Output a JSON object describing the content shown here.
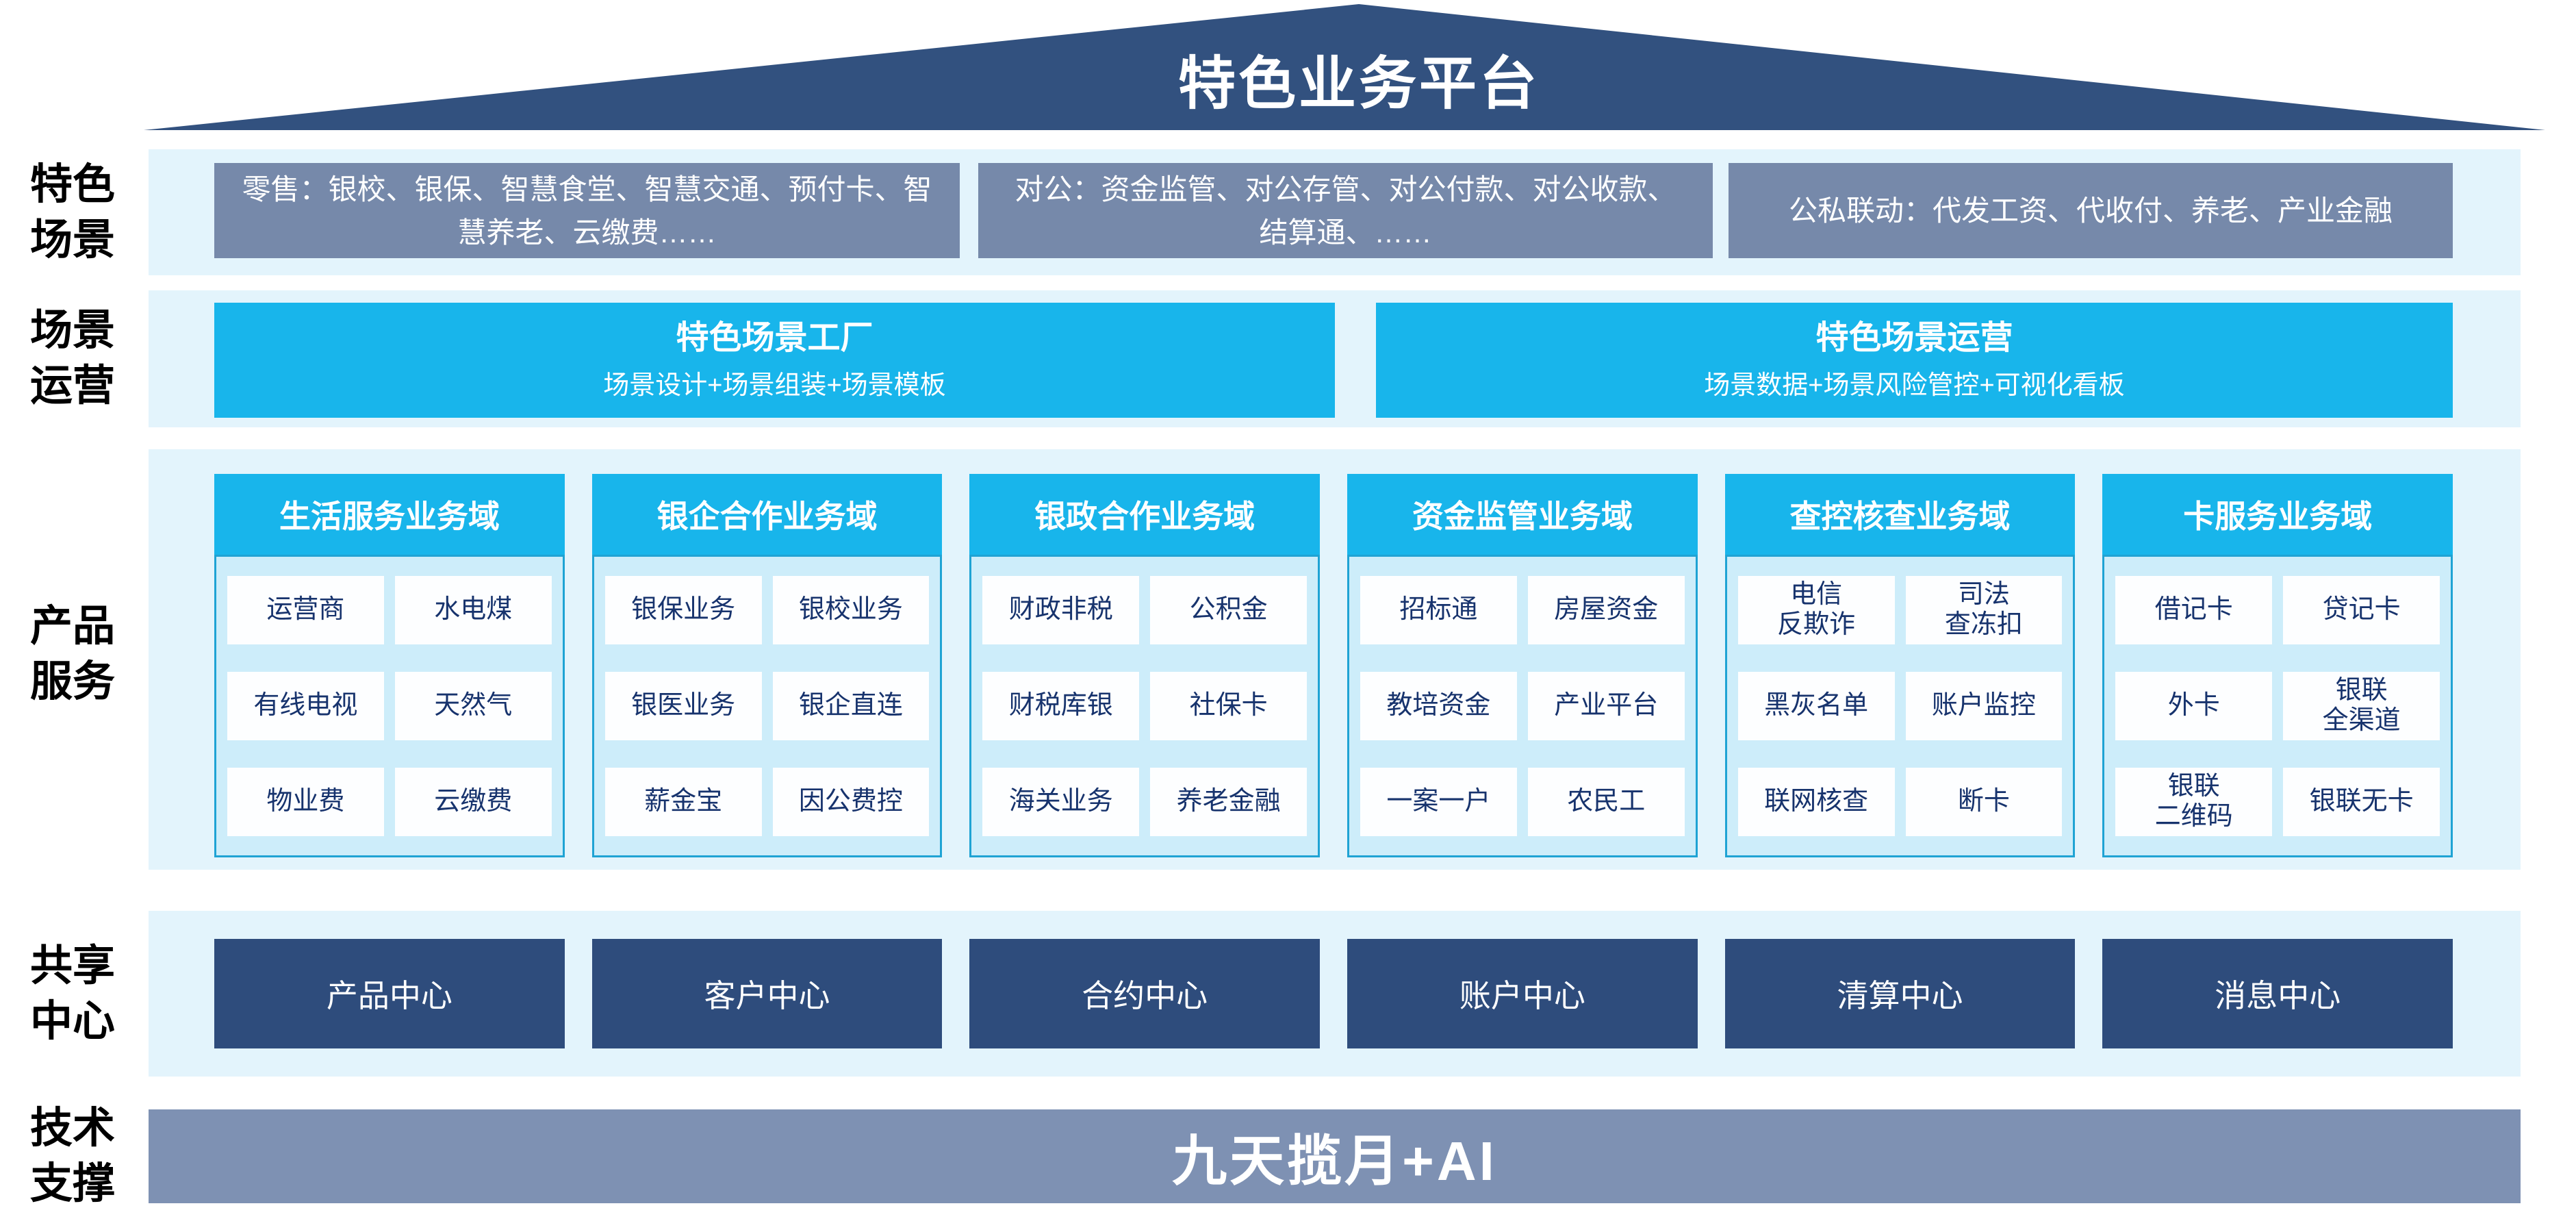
{
  "roof": {
    "title": "特色业务平台"
  },
  "side_labels": [
    "特色\n场景",
    "场景\n运营",
    "产品\n服务",
    "共享\n中心",
    "技术\n支撑"
  ],
  "scene_row": {
    "boxes": [
      "零售：银校、银保、智慧食堂、智慧交通、预付卡、智慧养老、云缴费……",
      "对公：资金监管、对公存管、对公付款、对公收款、结算通、……",
      "公私联动：代发工资、代收付、养老、产业金融"
    ]
  },
  "operation_row": {
    "boxes": [
      {
        "title": "特色场景工厂",
        "subtitle": "场景设计+场景组装+场景模板"
      },
      {
        "title": "特色场景运营",
        "subtitle": "场景数据+场景风险管控+可视化看板"
      }
    ]
  },
  "product_row": {
    "columns": [
      {
        "header": "生活服务业务域",
        "items": [
          "运营商",
          "水电煤",
          "有线电视",
          "天然气",
          "物业费",
          "云缴费"
        ]
      },
      {
        "header": "银企合作业务域",
        "items": [
          "银保业务",
          "银校业务",
          "银医业务",
          "银企直连",
          "薪金宝",
          "因公费控"
        ]
      },
      {
        "header": "银政合作业务域",
        "items": [
          "财政非税",
          "公积金",
          "财税库银",
          "社保卡",
          "海关业务",
          "养老金融"
        ]
      },
      {
        "header": "资金监管业务域",
        "items": [
          "招标通",
          "房屋资金",
          "教培资金",
          "产业平台",
          "一案一户",
          "农民工"
        ]
      },
      {
        "header": "查控核查业务域",
        "items": [
          "电信\n反欺诈",
          "司法\n查冻扣",
          "黑灰名单",
          "账户监控",
          "联网核查",
          "断卡"
        ]
      },
      {
        "header": "卡服务业务域",
        "items": [
          "借记卡",
          "贷记卡",
          "外卡",
          "银联\n全渠道",
          "银联\n二维码",
          "银联无卡"
        ]
      }
    ]
  },
  "share_row": {
    "boxes": [
      "产品中心",
      "客户中心",
      "合约中心",
      "账户中心",
      "清算中心",
      "消息中心"
    ]
  },
  "tech_row": {
    "text": "九天揽月+AI"
  },
  "colors": {
    "roof_blue": "#32517f",
    "dark_box_blue": "#2e4c7c",
    "cyan_accent": "#18b5eb",
    "band_light_blue": "#e3f4fc",
    "column_body_blue": "#cdedfa",
    "column_border_teal": "#1fa3d4",
    "gray_blue_box": "#7689aa",
    "tech_bar_gray_blue": "#7e91b3",
    "item_text_navy": "#17336d"
  }
}
